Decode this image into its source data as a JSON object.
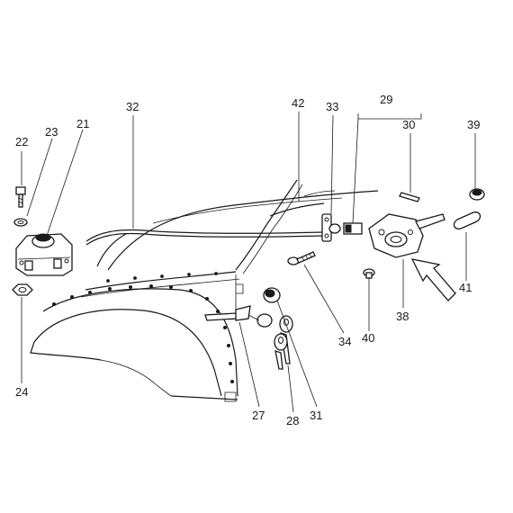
{
  "diagram": {
    "callouts": [
      {
        "id": "22",
        "label": "22"
      },
      {
        "id": "23",
        "label": "23"
      },
      {
        "id": "21",
        "label": "21"
      },
      {
        "id": "24",
        "label": "24"
      },
      {
        "id": "32",
        "label": "32"
      },
      {
        "id": "42",
        "label": "42"
      },
      {
        "id": "33",
        "label": "33"
      },
      {
        "id": "29",
        "label": "29"
      },
      {
        "id": "30",
        "label": "30"
      },
      {
        "id": "39",
        "label": "39"
      },
      {
        "id": "41",
        "label": "41"
      },
      {
        "id": "38",
        "label": "38"
      },
      {
        "id": "40",
        "label": "40"
      },
      {
        "id": "34",
        "label": "34"
      },
      {
        "id": "31",
        "label": "31"
      },
      {
        "id": "28",
        "label": "28"
      },
      {
        "id": "27",
        "label": "27"
      }
    ]
  }
}
